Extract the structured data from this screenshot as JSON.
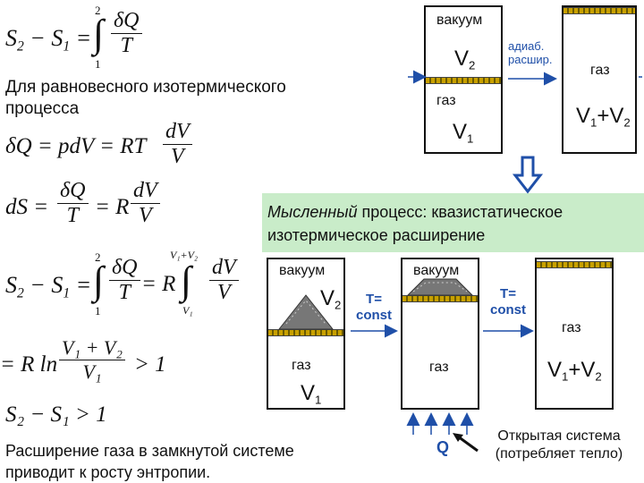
{
  "formulas": {
    "f1_lhs": "S",
    "f1_sub2": "2",
    "f1_minus": "−",
    "f1_sub1": "1",
    "f1_eq": "=",
    "f1_upper": "2",
    "f1_lower": "1",
    "f1_num": "δQ",
    "f1_den": "T",
    "f2_left": "δQ = pdV = RT",
    "f2_num": "dV",
    "f2_den": "V",
    "f3_left": "dS =",
    "f3_num1": "δQ",
    "f3_den1": "T",
    "f3_mid": "= R",
    "f3_num2": "dV",
    "f3_den2": "V",
    "f4_upper1": "2",
    "f4_lower1": "1",
    "f4_num1": "δQ",
    "f4_den1": "T",
    "f4_mid": "= R",
    "f4_upper2": "V₁+V₂",
    "f4_lower2": "V₁",
    "f4_num2": "dV",
    "f4_den2": "V",
    "f5_left": "= R ln",
    "f5_num": "V₁ + V₂",
    "f5_den": "V₁",
    "f5_right": "> 1",
    "f6_text": "S₂ − S₁ > 1"
  },
  "texts": {
    "equilibrium": "Для равновесного изотермического процесса",
    "conclusion": "Расширение газа в замкнутой системе приводит к росту энтропии.",
    "banner_em": "Мысленный",
    "banner_rest": " процесс: квазистатическое изотермическое расширение",
    "open_system": "Открытая система (потребляет тепло)"
  },
  "diagram_top": {
    "vacuum": "вакуум",
    "v2": "V",
    "v2_sub": "2",
    "gas": "газ",
    "v1": "V",
    "v1_sub": "1",
    "adiab": "адиаб. расшир.",
    "right_gas": "газ",
    "right_vol": "V",
    "right_sub1": "1",
    "right_plus": "+V",
    "right_sub2": "2"
  },
  "diagram_bottom": {
    "vacuum1": "вакуум",
    "v2": "V",
    "v2_sub": "2",
    "gas1": "газ",
    "v1": "V",
    "v1_sub": "1",
    "tconst1": "T= const",
    "vacuum2": "вакуум",
    "gas2": "газ",
    "tconst2": "T= const",
    "gas3": "газ",
    "right_vol": "V",
    "right_sub1": "1",
    "right_plus": "+V",
    "right_sub2": "2",
    "heat_q": "Q"
  },
  "colors": {
    "accent_blue": "#1f4fa8",
    "banner_green": "#c9ecc9",
    "piston_gold": "#c8a000"
  }
}
